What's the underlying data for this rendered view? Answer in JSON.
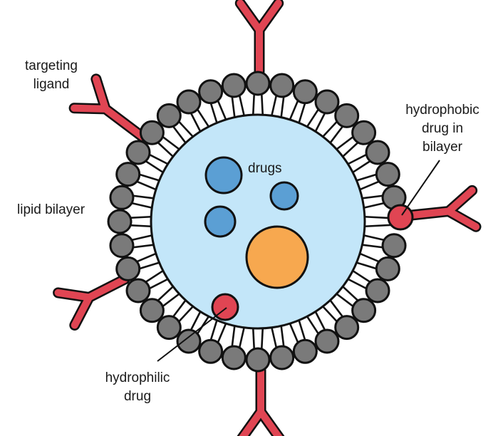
{
  "title": "Liposome drug delivery schematic",
  "labels": {
    "targeting_ligand_line1": "targeting",
    "targeting_ligand_line2": "ligand",
    "lipid_bilayer": "lipid bilayer",
    "drugs": "drugs",
    "hydrophobic_line1": "hydrophobic",
    "hydrophobic_line2": "drug in",
    "hydrophobic_line3": "bilayer",
    "hydrophilic_line1": "hydrophilic",
    "hydrophilic_line2": "drug"
  },
  "colors": {
    "core": "#c3e6f9",
    "lipid_head": "#7a7a7a",
    "ligand": "#e04553",
    "drug_blue": "#5b9fd4",
    "drug_orange": "#f7a84f",
    "hydrophobic_drug": "#e04553",
    "hydrophilic_drug": "#e04553",
    "outline": "#111111"
  },
  "components": {
    "lipid_head_count": 36,
    "tails_per_head": 2,
    "ligand_count": 5,
    "blue_drug_count": 3,
    "orange_drug_count": 1
  }
}
